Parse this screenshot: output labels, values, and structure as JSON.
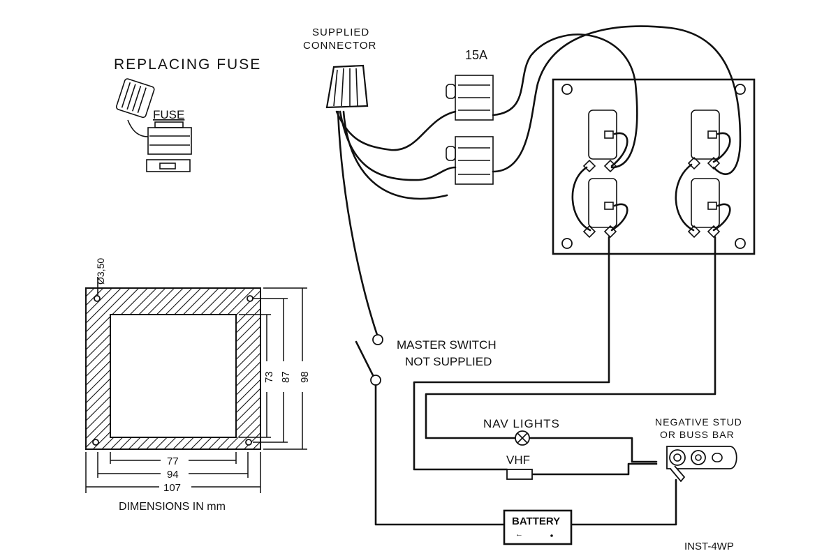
{
  "labels": {
    "replacing_fuse": "REPLACING FUSE",
    "fuse": "FUSE",
    "supplied_connector_1": "SUPPLIED",
    "supplied_connector_2": "CONNECTOR",
    "amp_rating": "15A",
    "hole_diameter": "Ø3,50",
    "master_switch_1": "MASTER SWITCH",
    "master_switch_2": "NOT SUPPLIED",
    "nav_lights": "NAV LIGHTS",
    "vhf": "VHF",
    "negative_stud_1": "NEGATIVE STUD",
    "negative_stud_2": "OR BUSS BAR",
    "battery": "BATTERY",
    "dimensions_note": "DIMENSIONS IN mm",
    "doc_code": "INST-4WP"
  },
  "dimensions": {
    "width_inner": "77",
    "width_mid": "94",
    "width_outer": "107",
    "height_inner": "73",
    "height_mid": "87",
    "height_outer": "98"
  }
}
